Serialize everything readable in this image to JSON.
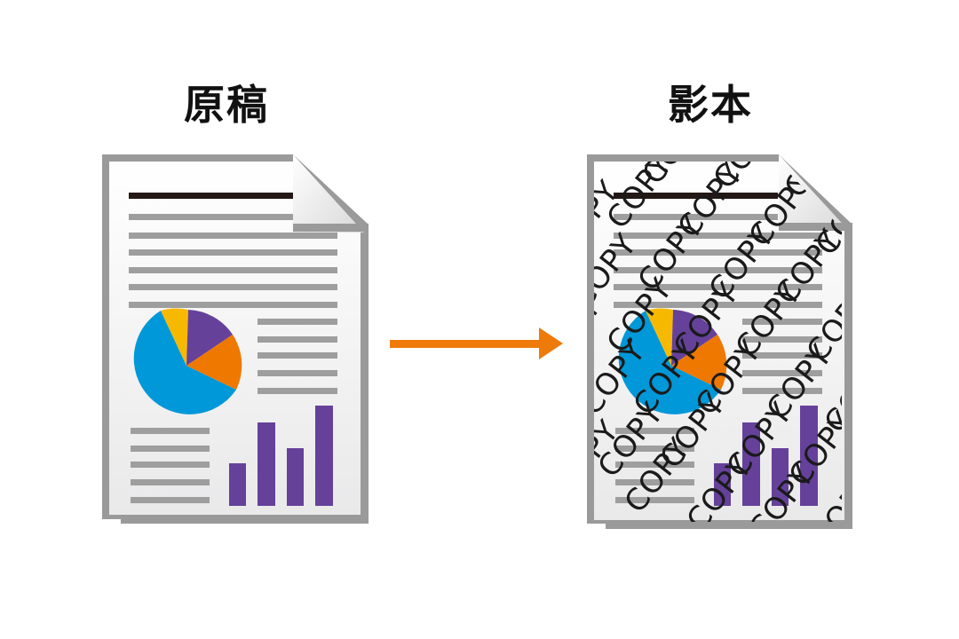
{
  "labels": {
    "original": "原稿",
    "copy": "影本"
  },
  "watermark": {
    "text": "COPY",
    "angle_deg": -52,
    "color": "#1a1a1a"
  },
  "arrow": {
    "color": "#ee7a0a",
    "direction": "right"
  },
  "colors": {
    "doc_border": "#9a9a9a",
    "doc_paper": "#f3f3f3",
    "text_line": "#9e9e9e",
    "heading_line": "#231815",
    "pie_blue": "#0098d8",
    "pie_yellow": "#f7b900",
    "pie_purple": "#65419a",
    "pie_orange": "#ee7800",
    "bar_purple": "#65419a"
  },
  "document_icon": {
    "pie_slices": [
      {
        "name": "blue",
        "share": 0.62
      },
      {
        "name": "yellow",
        "share": 0.08
      },
      {
        "name": "purple",
        "share": 0.15
      },
      {
        "name": "orange",
        "share": 0.15
      }
    ],
    "bars": [
      25,
      47,
      34,
      58
    ]
  }
}
